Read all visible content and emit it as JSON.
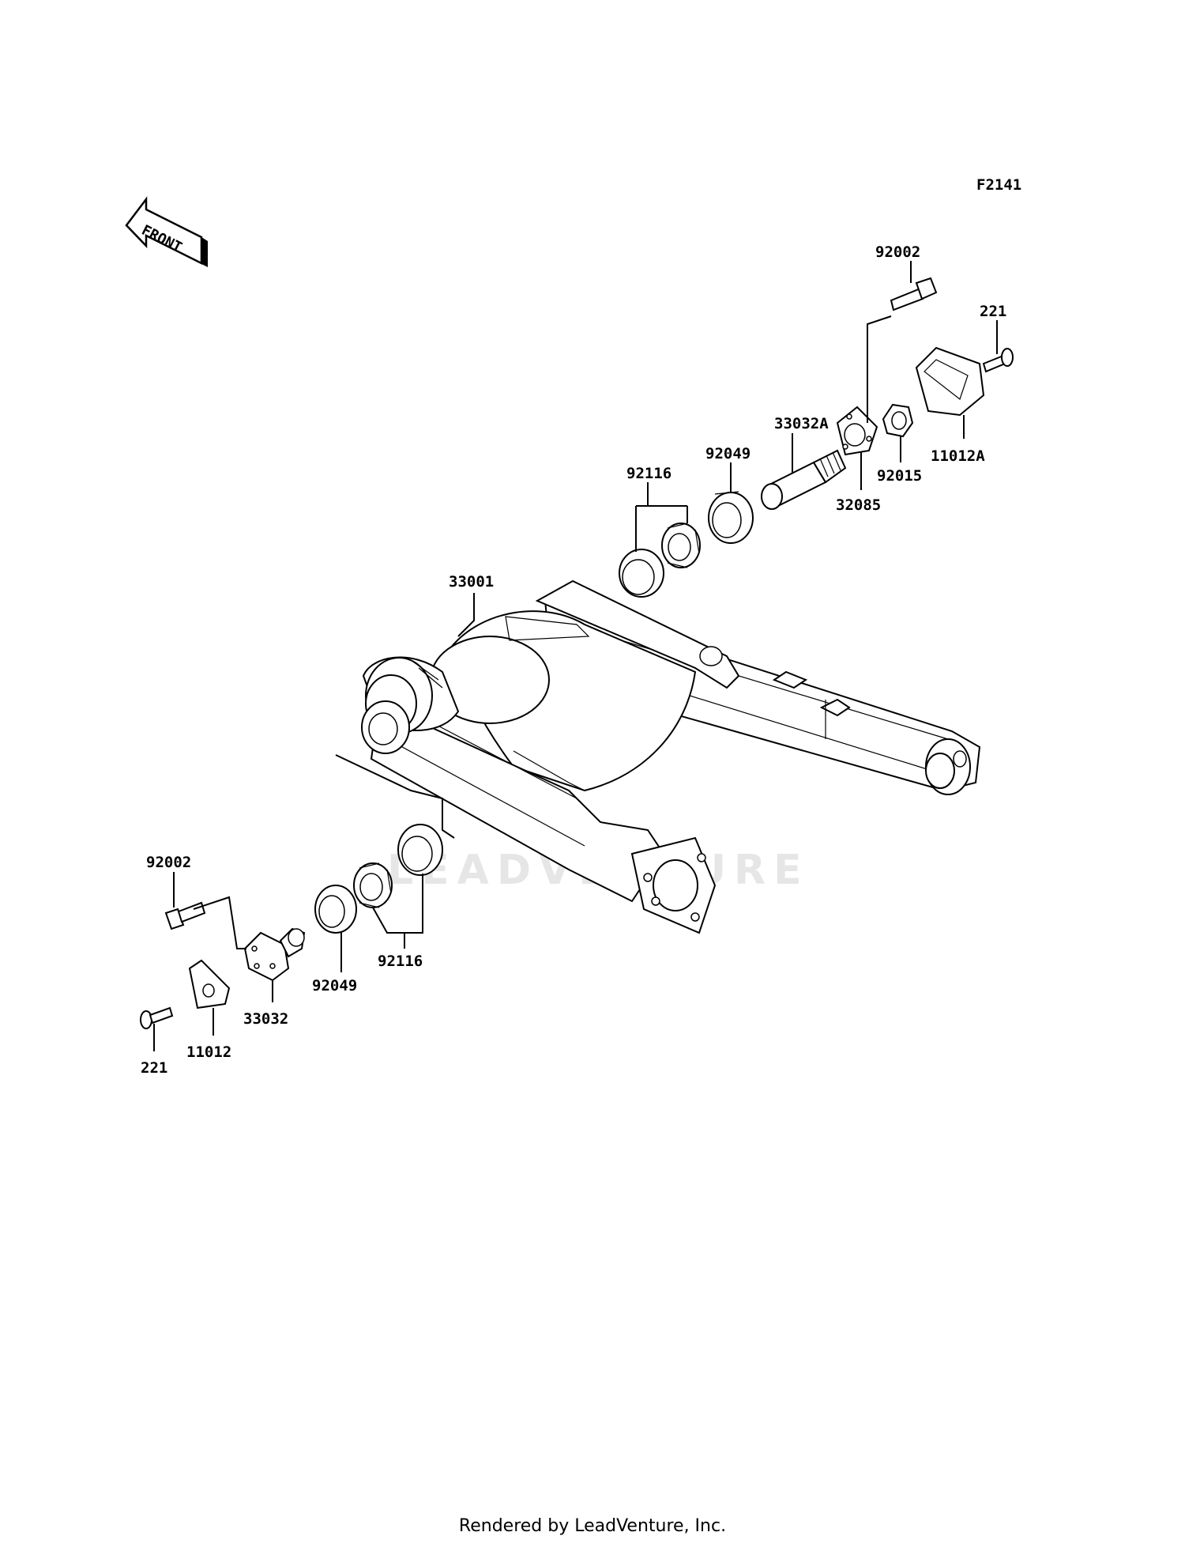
{
  "diagram_code": "F2141",
  "front_label": "FRONT",
  "watermark": "LEADVENTURE",
  "footer": "Rendered by LeadVenture, Inc.",
  "labels": {
    "l92002_top": "92002",
    "l221_top": "221",
    "l33032A": "33032A",
    "l92049_top": "92049",
    "l92116_top": "92116",
    "l32085": "32085",
    "l92015": "92015",
    "l11012A": "11012A",
    "l33001": "33001",
    "l92002_bot": "92002",
    "l92116_bot": "92116",
    "l92049_bot": "92049",
    "l33032": "33032",
    "l11012": "11012",
    "l221_bot": "221"
  }
}
